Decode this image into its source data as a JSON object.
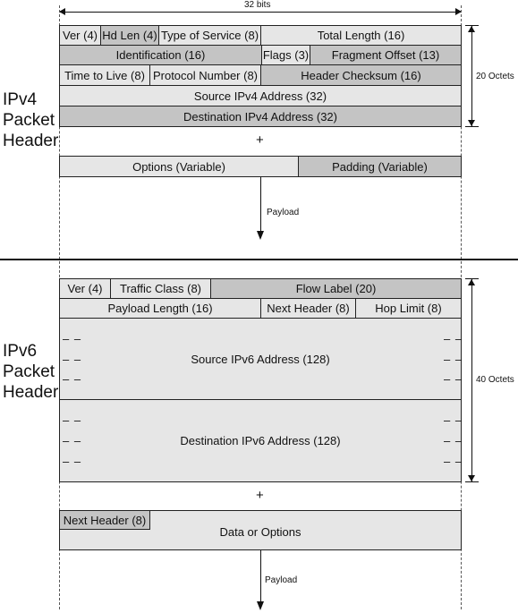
{
  "top": {
    "width_label": "32 bits"
  },
  "ipv4": {
    "side_label": [
      "IPv4",
      "Packet",
      "Header"
    ],
    "rows": [
      [
        "Ver (4)",
        "Hd Len (4)",
        "Type of Service (8)",
        "Total Length (16)"
      ],
      [
        "Identification (16)",
        "Flags (3)",
        "Fragment Offset (13)"
      ],
      [
        "Time to Live (8)",
        "Protocol Number (8)",
        "Header Checksum (16)"
      ],
      [
        "Source IPv4 Address (32)"
      ],
      [
        "Destination IPv4 Address (32)"
      ]
    ],
    "octets": "20 Octets",
    "plus": "+",
    "options": "Options (Variable)",
    "padding": "Padding (Variable)",
    "payload": "Payload"
  },
  "ipv6": {
    "side_label": [
      "IPv6",
      "Packet",
      "Header"
    ],
    "ver": "Ver (4)",
    "traffic_class": "Traffic Class (8)",
    "flow_label": "Flow Label (20)",
    "payload_length": "Payload Length (16)",
    "next_header": "Next Header (8)",
    "hop_limit": "Hop Limit (8)",
    "source": "Source IPv6 Address (128)",
    "destination": "Destination IPv6 Address (128)",
    "octets": "40 Octets",
    "plus": "+",
    "ext_next_header": "Next Header (8)",
    "data_options": "Data or Options",
    "payload": "Payload"
  }
}
